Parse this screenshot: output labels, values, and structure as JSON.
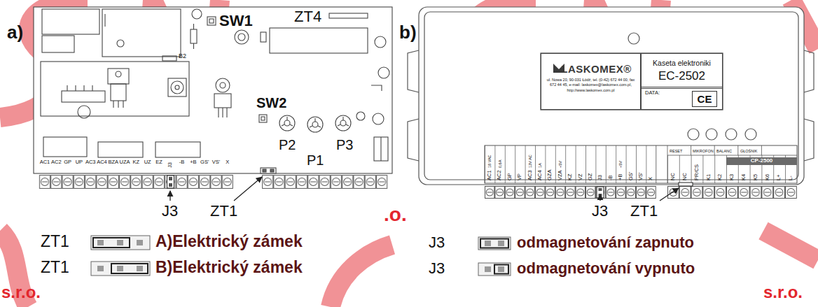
{
  "diagram": {
    "nodes": [
      {
        "text": [
          "LASKOMEX®",
          "ul. Nowa 20, 90-031 Łódź, tel. (0-42) 672 44 00, fax 672 44 45, e-mail: laskomex@laskomex.com.pl, http://www.laskomex.com.pl"
        ]
      },
      {
        "text": [
          "Kaseta elektroniki",
          "EC-2502"
        ]
      },
      {
        "text": [
          "DATA:"
        ]
      },
      {
        "text": [
          "CE"
        ],
        "in": 2
      },
      {
        "text": [
          "CP-2500"
        ]
      }
    ],
    "labels": [
      "a)",
      "SW1",
      "ZT4",
      "SW2",
      "B2",
      "P2",
      "P1",
      "P3",
      "AC1",
      "AC2",
      "GP",
      "UP",
      "AC3",
      "AC4",
      "BZA",
      "UZA",
      "KZ",
      "UZ",
      "EZ",
      "J3",
      "-B",
      "+B",
      "GS'",
      "VS'",
      "X",
      "J3",
      "ZT1",
      "b)",
      "AC1",
      "AC2",
      "GP",
      "VP",
      "AC3",
      "AC4",
      "GZA",
      "VZA",
      "KZ",
      "VZ",
      "GZ",
      "J3",
      "-B",
      "+B",
      "GS'",
      "VS'",
      "X",
      "NC",
      "NC",
      "PR/CS",
      "K1",
      "K2",
      "K3",
      "K4",
      "K5",
      "K6",
      "L+",
      "L-",
      "18 VAC",
      "0,6A",
      "13V AC",
      "1A",
      "+5V",
      "+5V",
      "RESET",
      "MIKROFON",
      "BALANC",
      "GŁOŚNIK",
      "J3",
      "ZT1",
      "ZT1",
      "ZT1",
      "J3",
      "J3",
      "s.r.o.",
      ".o.",
      "s.r.o."
    ],
    "legend": [
      {
        "text": "A)Elektrický zámek"
      },
      {
        "text": "B)Elektrický zámek"
      },
      {
        "text": "odmagnetování zapnuto"
      },
      {
        "text": "odmagnetování vypnuto"
      }
    ]
  }
}
